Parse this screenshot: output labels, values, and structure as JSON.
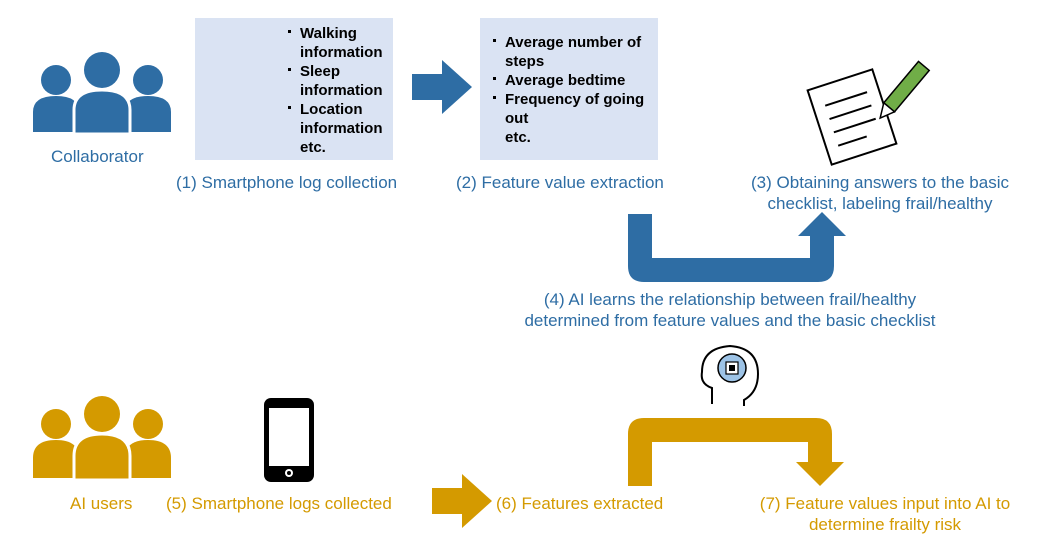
{
  "top": {
    "group_label": "Collaborator",
    "phone_items": [
      "Walking information",
      "Sleep information",
      "Location information"
    ],
    "phone_etc": "etc.",
    "feature_items": [
      "Average number of steps",
      "Average bedtime",
      "Frequency of going out"
    ],
    "feature_etc": "etc.",
    "step1": "(1) Smartphone log collection",
    "step2": "(2) Feature value extraction",
    "step3_line1": "(3) Obtaining answers to the basic",
    "step3_line2": "checklist, labeling frail/healthy",
    "step4_line1": "(4) AI learns the relationship between frail/healthy",
    "step4_line2": "determined from feature values and the basic checklist"
  },
  "bottom": {
    "group_label": "AI users",
    "step5": "(5) Smartphone logs collected",
    "step6": "(6) Features extracted",
    "step7_line1": "(7) Feature values input into AI to",
    "step7_line2": "determine frailty risk"
  },
  "colors": {
    "blue": "#2E6DA4",
    "gold": "#D49A00",
    "panel": "#DAE3F3"
  },
  "icons": [
    "people-group-icon",
    "smartphone-icon",
    "checklist-pencil-icon",
    "ai-brain-head-icon",
    "right-arrow-icon",
    "u-arrow-icon"
  ]
}
